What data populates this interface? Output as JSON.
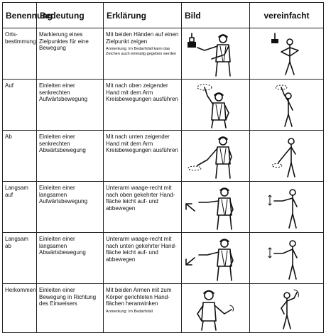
{
  "header": {
    "col1": "Benennung",
    "col2": "Bedeutung",
    "col3": "Erklärung",
    "col4": "Bild",
    "col5": "vereinfacht"
  },
  "rows": [
    {
      "name": "Orts-\nbestimmung",
      "meaning": "Markierung eines Zielpunktes für eine Bewegung",
      "explanation": "Mit beiden Händen auf einen Zielpunkt zeigen",
      "note": "Anmerkung: Im Bedarfsfall kann das Zeichen auch einmalig gegeben werden",
      "figure_icon": "worker-pointing-at-target-icon",
      "simplified_icon": "stick-figure-target-icon"
    },
    {
      "name": "Auf",
      "meaning": "Einleiten einer senkrechten Aufwärtsbewegung",
      "explanation": "Mit nach oben zeigender Hand mit dem Arm Kreisbewegungen ausführen",
      "note": "",
      "figure_icon": "worker-hand-up-circling-icon",
      "simplified_icon": "stick-figure-arm-up-icon"
    },
    {
      "name": "Ab",
      "meaning": "Einleiten einer senkrechten Abwärtsbewegung",
      "explanation": "Mit nach unten zeigender Hand mit dem Arm Kreisbewegungen ausführen",
      "note": "",
      "figure_icon": "worker-hand-down-circling-icon",
      "simplified_icon": "stick-figure-arm-down-icon"
    },
    {
      "name": "Langsam\nauf",
      "meaning": "Einleiten einer langsamen Aufwärtsbewegung",
      "explanation": "Unterarm waage-recht mit nach oben gekehrter Hand-fläche leicht auf- und abbewegen",
      "note": "",
      "figure_icon": "worker-palm-up-icon",
      "simplified_icon": "stick-figure-palm-up-icon"
    },
    {
      "name": "Langsam\nab",
      "meaning": "Einleiten einer langsamen Abwärtsbewegung",
      "explanation": "Unterarm waage-recht mit nach unten gekehrter Hand-fläche leicht auf- und abbewegen",
      "note": "",
      "figure_icon": "worker-palm-down-icon",
      "simplified_icon": "stick-figure-palm-down-icon"
    },
    {
      "name": "Herkommen",
      "meaning": "Einleiten einer Bewegung in Richtung des Einweisers",
      "explanation": "Mit beiden Armen mit zum Körper gerichteten Hand-flächen heranwinken",
      "note": "Anmerkung: Im Bedarfsfall",
      "figure_icon": "worker-beckoning-icon",
      "simplified_icon": "stick-figure-beckoning-icon"
    }
  ]
}
